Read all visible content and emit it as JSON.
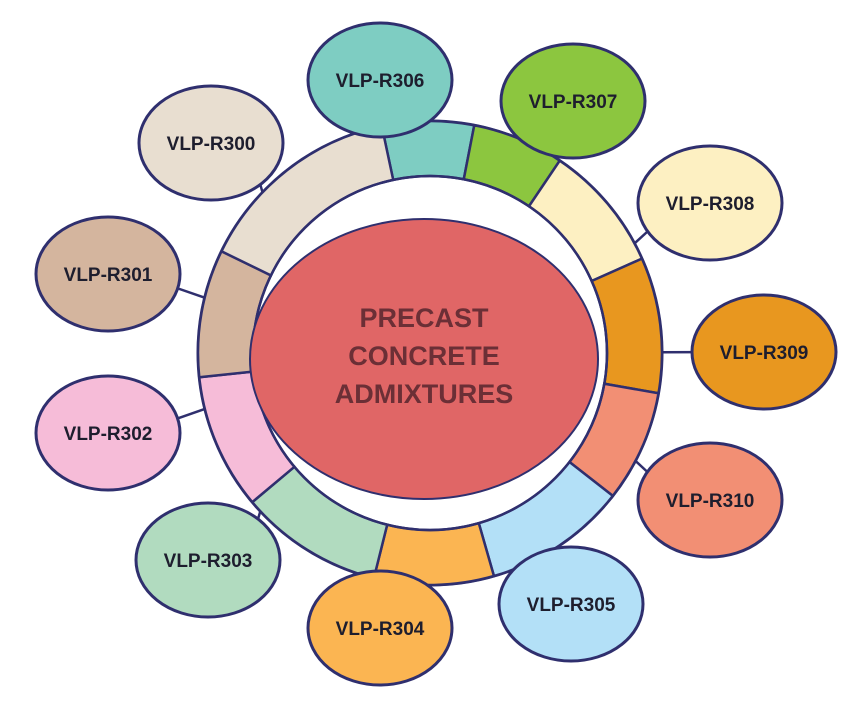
{
  "hub": {
    "lines": [
      "PRECAST",
      "CONCRETE",
      "ADMIXTURES"
    ],
    "fill": "#e06666",
    "text_color": "#6b2f36"
  },
  "outline_color": "#2f2f6e",
  "nodes": [
    {
      "id": "r306",
      "label": "VLP-R306",
      "color": "#7ecdc2"
    },
    {
      "id": "r307",
      "label": "VLP-R307",
      "color": "#8cc63f"
    },
    {
      "id": "r308",
      "label": "VLP-R308",
      "color": "#fdf0c2"
    },
    {
      "id": "r309",
      "label": "VLP-R309",
      "color": "#e8971f"
    },
    {
      "id": "r310",
      "label": "VLP-R310",
      "color": "#f28f74"
    },
    {
      "id": "r305",
      "label": "VLP-R305",
      "color": "#b3e0f7"
    },
    {
      "id": "r304",
      "label": "VLP-R304",
      "color": "#fbb552"
    },
    {
      "id": "r303",
      "label": "VLP-R303",
      "color": "#b1dbbf"
    },
    {
      "id": "r302",
      "label": "VLP-R302",
      "color": "#f6bcd8"
    },
    {
      "id": "r301",
      "label": "VLP-R301",
      "color": "#d4b59e"
    },
    {
      "id": "r300",
      "label": "VLP-R300",
      "color": "#e8ded0"
    }
  ]
}
